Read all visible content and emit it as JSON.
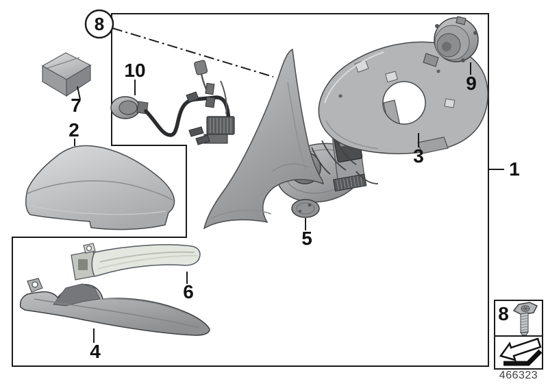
{
  "diagram": {
    "type": "exploded-parts-diagram",
    "doc_number": "466323",
    "callouts": {
      "c1": "1",
      "c2": "2",
      "c3": "3",
      "c4": "4",
      "c5": "5",
      "c6": "6",
      "c7": "7",
      "c8": "8",
      "c9": "9",
      "c10": "10"
    },
    "badge8": "8",
    "legend": {
      "ref": "8",
      "icons": [
        "torx-screw-icon",
        "direction-of-travel-arrow-icon"
      ]
    },
    "colors": {
      "line": "#1a1a1a",
      "part_light": "#d3d5d7",
      "part_mid": "#b0b2b4",
      "part_dark": "#898b8d",
      "lamp_tint": "#e3e7df",
      "background": "#ffffff"
    }
  }
}
